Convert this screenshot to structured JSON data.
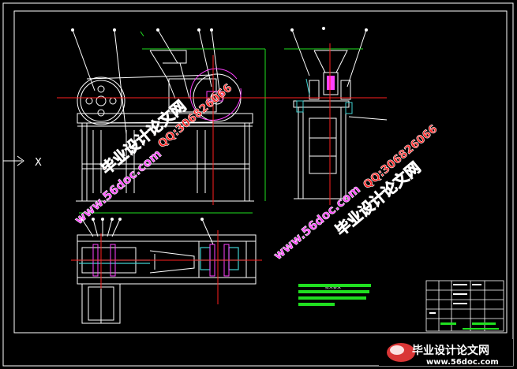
{
  "drawing": {
    "view_marker": "X",
    "technical_requirements_title": "技术要求",
    "colors": {
      "background": "#000000",
      "frame": "#ffffff",
      "outline": "#ffffff",
      "centerline": "#ff2020",
      "dimension": "#40d0d0",
      "highlight": "#ff40ff",
      "text_green": "#20e020",
      "dim_yellow": "#ffff40"
    }
  },
  "watermarks": {
    "site_name": "毕业设计论文网",
    "site_url": "www.56doc.com",
    "qq": "QQ:306826066",
    "footer_name": "毕业设计论文网",
    "footer_url": "www.56doc.com",
    "colors": {
      "text_red": "#ff2020",
      "text_pink": "#ff40ff",
      "outline": "#ffffff"
    }
  }
}
